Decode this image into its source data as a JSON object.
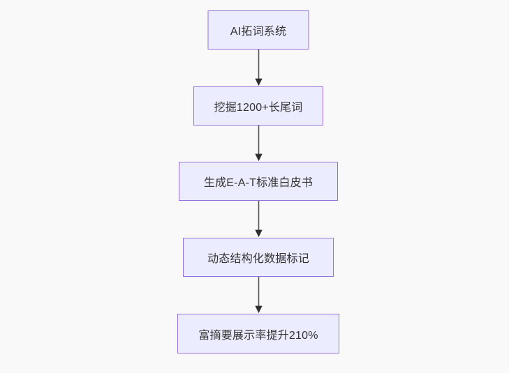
{
  "canvas": {
    "background_color": "#f9f9f9"
  },
  "diagram": {
    "type": "flowchart",
    "direction": "top-down",
    "colors": {
      "node_fill": "#ececff",
      "node_border": "#9370db",
      "node_text": "#333333",
      "edge_line": "#555555",
      "arrowhead": "#2f2f2f"
    },
    "nodes": [
      {
        "id": "A",
        "label": "AI拓词系统"
      },
      {
        "id": "B",
        "label": "挖掘1200+长尾词"
      },
      {
        "id": "C",
        "label": "生成E-A-T标准白皮书"
      },
      {
        "id": "D",
        "label": "动态结构化数据标记"
      },
      {
        "id": "E",
        "label": "富摘要展示率提升210%"
      }
    ],
    "edges": [
      {
        "from": "A",
        "to": "B"
      },
      {
        "from": "B",
        "to": "C"
      },
      {
        "from": "C",
        "to": "D"
      },
      {
        "from": "D",
        "to": "E"
      }
    ]
  }
}
